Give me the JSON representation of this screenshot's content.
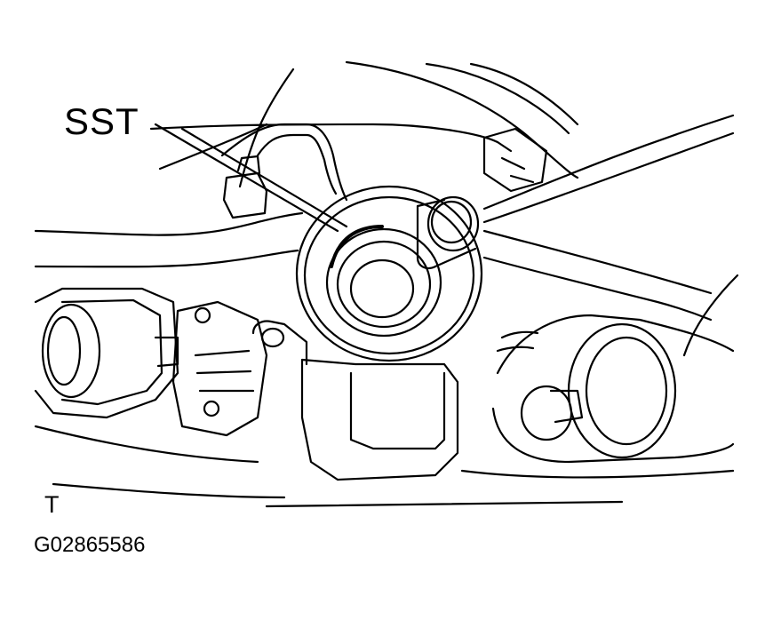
{
  "callout": {
    "label": "SST"
  },
  "corner_mark": "T",
  "figure_id": "G02865586"
}
